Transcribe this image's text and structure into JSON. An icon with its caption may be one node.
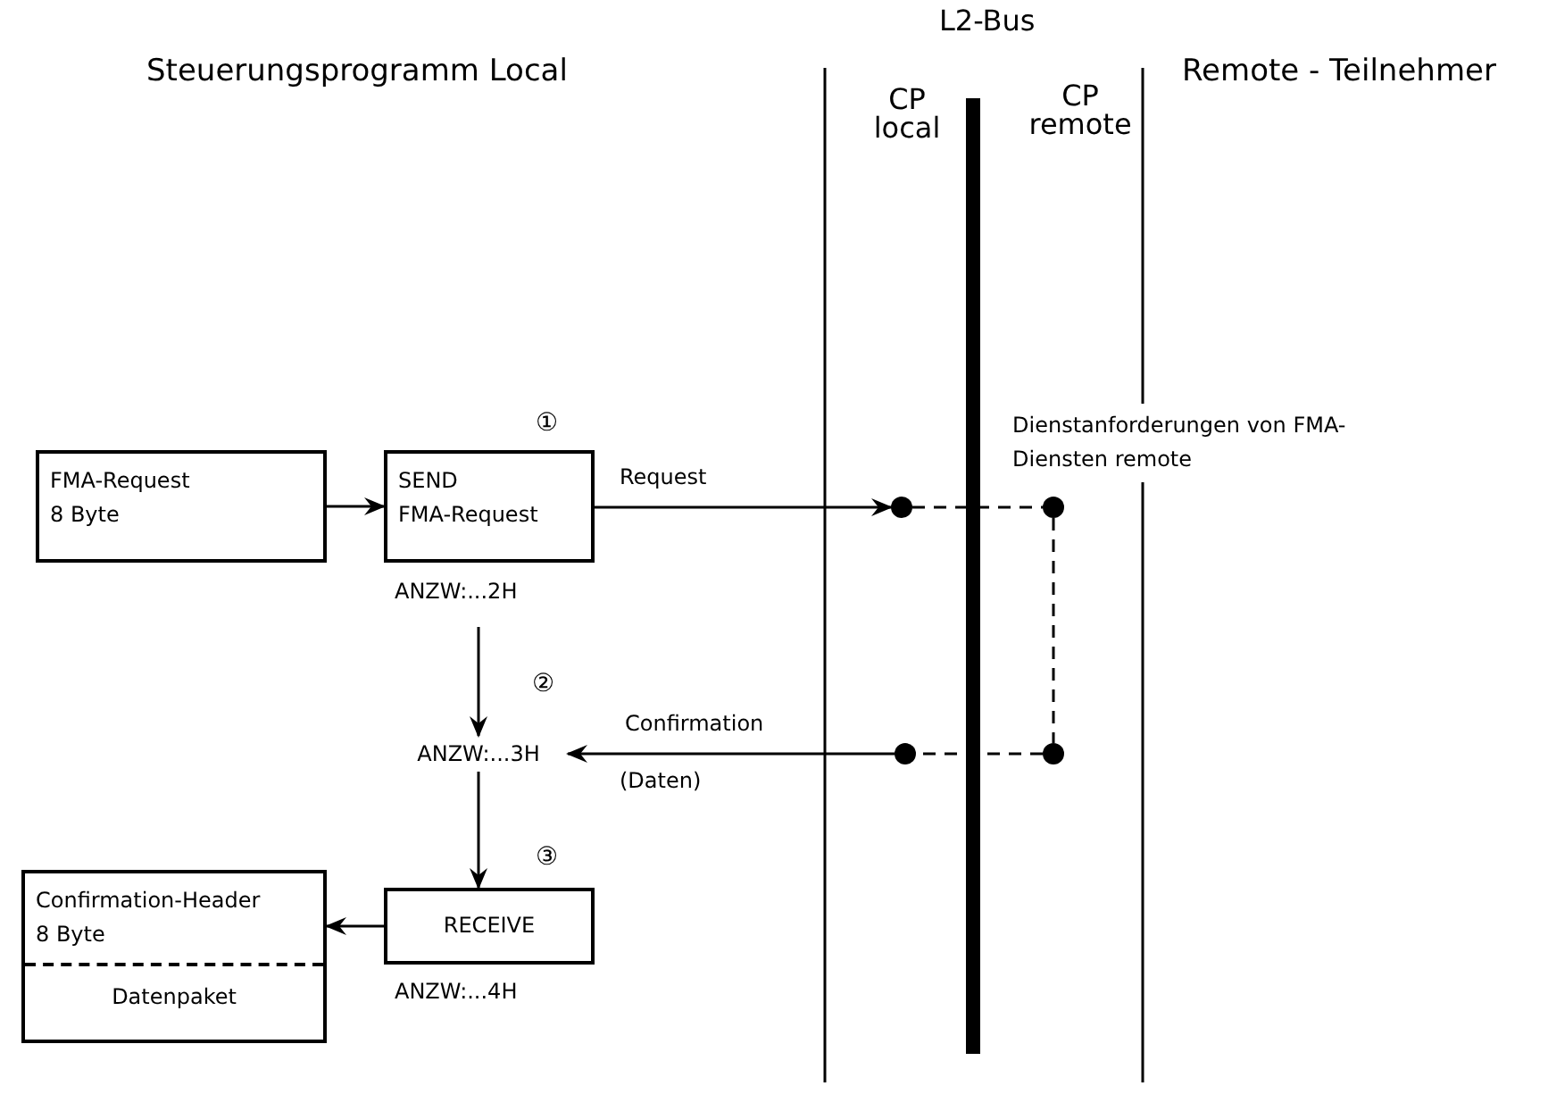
{
  "diagram": {
    "nodes": [
      {
        "text": [
          "FMA-Request",
          "8 Byte"
        ]
      },
      {
        "text": [
          "SEND",
          "FMA-Request"
        ],
        "beside": [
          "ANZW:...2H"
        ]
      },
      {
        "text": [
          "ANZW:...3H"
        ]
      },
      {
        "text": [
          "RECEIVE"
        ],
        "beside": [
          "ANZW:...4H"
        ]
      },
      {
        "text": [
          "Confirmation-Header",
          "8 Byte",
          "Datenpaket"
        ]
      },
      {
        "text": [],
        "shape": "circle"
      },
      {
        "text": [],
        "shape": "circle"
      },
      {
        "text": [],
        "shape": "circle"
      },
      {
        "text": [],
        "shape": "circle"
      }
    ],
    "edges": [
      {
        "from": 0,
        "to": 1,
        "arrow": "to"
      },
      {
        "from": 1,
        "to": 5,
        "arrow": "to",
        "label": "Request"
      },
      {
        "from": 5,
        "to": 6,
        "arrow": "none",
        "style": "dashed"
      },
      {
        "from": 6,
        "to": 8,
        "arrow": "none",
        "style": "dashed"
      },
      {
        "from": 8,
        "to": 7,
        "arrow": "none",
        "style": "dashed"
      },
      {
        "from": 7,
        "to": 2,
        "arrow": "to",
        "label": "Confirmation"
      },
      {
        "from": 1,
        "to": 2,
        "arrow": "to"
      },
      {
        "from": 2,
        "to": 3,
        "arrow": "to"
      },
      {
        "from": 3,
        "to": 4,
        "arrow": "to"
      }
    ],
    "labels": [
      "L2-Bus",
      "Steuerungsprogramm Local",
      "Remote - Teilnehmer",
      "CP local",
      "CP remote",
      "①",
      "Dienstanforderungen von FMA-Diensten remote",
      "②",
      "(Daten)",
      "③"
    ]
  }
}
